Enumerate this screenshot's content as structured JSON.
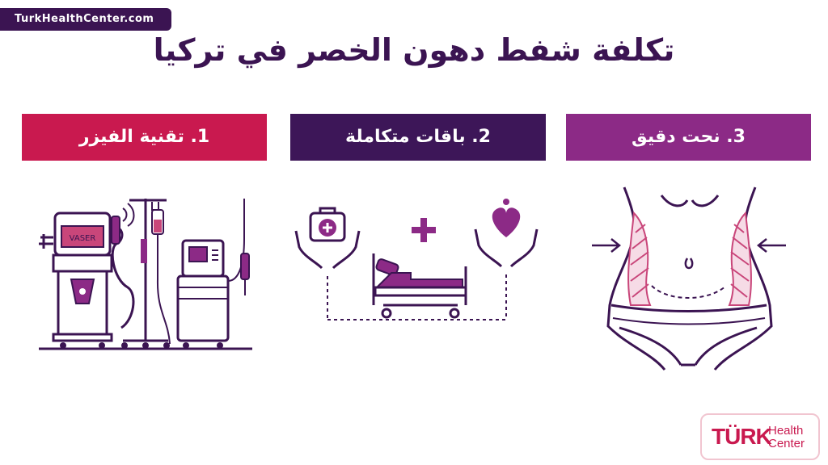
{
  "site_tag": "TurkHealthCenter.com",
  "title": "تكلفة شفط دهون الخصر في تركيا",
  "banners": [
    {
      "label": "1. تقنية الفيزر",
      "color": "#c9194f"
    },
    {
      "label": "2. باقات متكاملة",
      "color": "#3d1658"
    },
    {
      "label": "3. نحت دقيق",
      "color": "#8c2a86"
    }
  ],
  "machine_label": "VASER",
  "logo": {
    "turk": "TÜRK",
    "health": "Health",
    "center": "Center"
  },
  "colors": {
    "dark_purple": "#3b1452",
    "magenta": "#8c2a86",
    "crimson": "#c9194f"
  },
  "icons": [
    "vaser-machine-icon",
    "iv-stand-icon",
    "medical-device-icon",
    "medical-kit-hands-icon",
    "plus-icon",
    "hospital-bed-icon",
    "heart-hands-icon",
    "waist-body-icon"
  ]
}
